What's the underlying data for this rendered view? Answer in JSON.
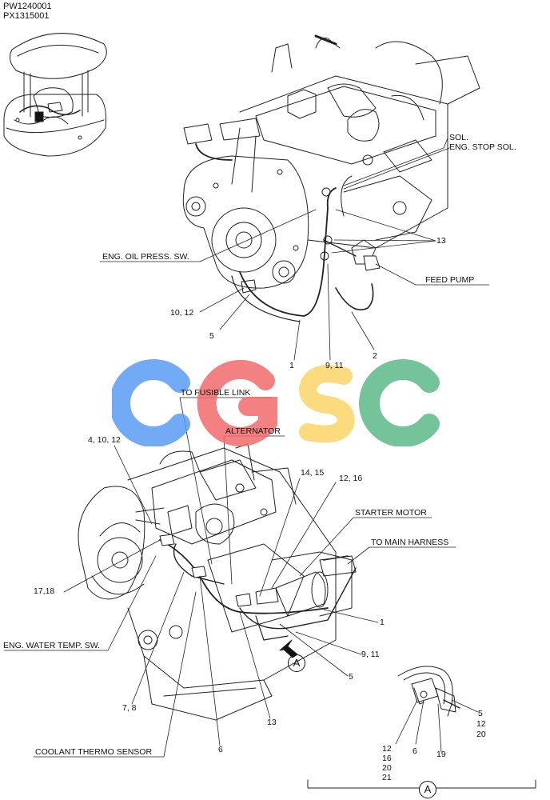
{
  "header": {
    "part_code_1": "PW1240001",
    "part_code_2": "PX1315001"
  },
  "watermark": {
    "letters": [
      "C",
      "G",
      "S",
      "C"
    ],
    "colors": [
      "#5b9bf5",
      "#f26b6b",
      "#fbd467",
      "#5cb88a"
    ]
  },
  "upper_view": {
    "labels": {
      "sol": "SOL.",
      "eng_stop_sol": "ENG. STOP SOL.",
      "ref_13": "13",
      "eng_oil_press_sw": "ENG. OIL PRESS. SW.",
      "feed_pump": "FEED PUMP",
      "ref_10_12": "10, 12",
      "ref_5": "5",
      "ref_1": "1",
      "ref_9_11": "9, 11",
      "ref_2": "2"
    }
  },
  "lower_view": {
    "labels": {
      "to_fusible_link": "TO FUSIBLE LINK",
      "alternator": "ALTERNATOR",
      "ref_4_10_12": "4, 10, 12",
      "ref_14_15": "14, 15",
      "ref_12_16": "12, 16",
      "starter_motor": "STARTER MOTOR",
      "to_main_harness": "TO MAIN HARNESS",
      "ref_17_18": "17,18",
      "ref_1": "1",
      "eng_water_temp_sw": "ENG. WATER TEMP. SW.",
      "ref_9_11": "9, 11",
      "view_a": "A",
      "ref_5": "5",
      "ref_7_8": "7, 8",
      "ref_13": "13",
      "coolant_thermo_sensor": "COOLANT THERMO SENSOR",
      "ref_6": "6"
    }
  },
  "detail_a": {
    "refs_right": [
      "5",
      "12",
      "20"
    ],
    "refs_left": [
      "12",
      "16",
      "20",
      "21"
    ],
    "ref_6": "6",
    "ref_19": "19",
    "view_a": "A"
  }
}
